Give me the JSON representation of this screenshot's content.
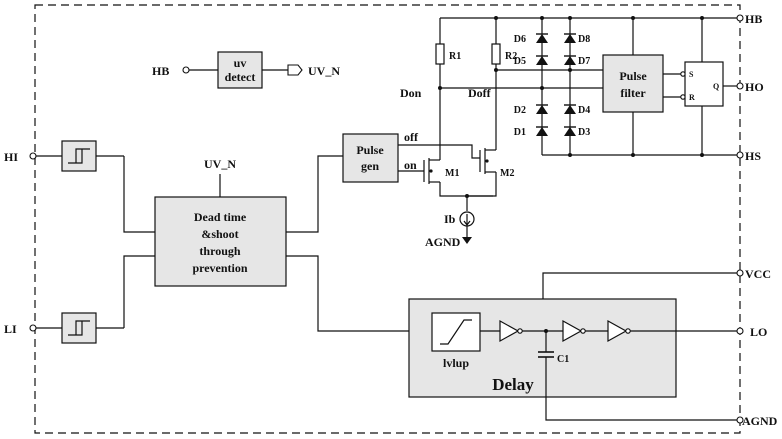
{
  "pins": {
    "hb_left": "HB",
    "uv_n_out": "UV_N",
    "hi": "HI",
    "li": "LI",
    "hb_right": "HB",
    "ho": "HO",
    "hs": "HS",
    "vcc": "VCC",
    "lo": "LO",
    "agnd_right": "AGND"
  },
  "blocks": {
    "uv_detect": [
      "uv",
      "detect"
    ],
    "dead_time": [
      "Dead time",
      "&shoot",
      "through",
      "prevention"
    ],
    "pulse_gen": [
      "Pulse",
      "gen"
    ],
    "pulse_filter": [
      "Pulse",
      "filter"
    ],
    "lvlup": "lvlup",
    "delay": "Delay"
  },
  "labels": {
    "uv_n_input": "UV_N",
    "off": "off",
    "on": "on",
    "m1": "M1",
    "m2": "M2",
    "ib": "Ib",
    "agnd_mid": "AGND",
    "r1": "R1",
    "r2": "R2",
    "don": "Don",
    "doff": "Doff",
    "d1": "D1",
    "d2": "D2",
    "d3": "D3",
    "d4": "D4",
    "d5": "D5",
    "d6": "D6",
    "d7": "D7",
    "d8": "D8",
    "c1": "C1",
    "latch_s": "S",
    "latch_r": "R",
    "latch_q": "Q"
  }
}
